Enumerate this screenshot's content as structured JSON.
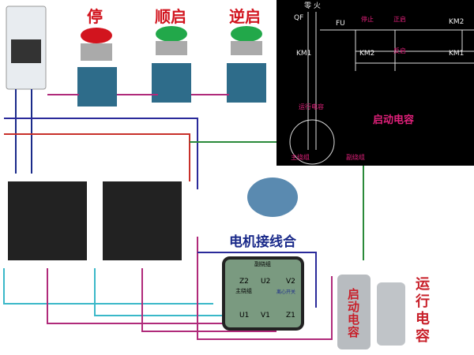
{
  "buttons": {
    "stop": "停",
    "forward": "顺启",
    "reverse": "逆启"
  },
  "schematic": {
    "neutral_live": "零 火",
    "qf": "QF",
    "fu": "FU",
    "stop": "停止",
    "fwd": "正启",
    "rev": "反启",
    "km1": "KM1",
    "km2": "KM2",
    "run_cap": "运行电容",
    "start_cap": "启动电容",
    "main_winding": "主绕组",
    "aux_winding": "副绕组"
  },
  "junction_box": {
    "title": "电机接线合",
    "terminals": [
      "Z2",
      "U2",
      "V2",
      "U1",
      "V1",
      "Z1"
    ],
    "aux_label": "副绕组",
    "main_label": "主绕组",
    "switch_label": "离心开关"
  },
  "capacitors": {
    "start": "启动电容",
    "run": "运行电容"
  },
  "colors": {
    "stop_button": "#d2141e",
    "start_button": "#22a84a",
    "schematic_bg": "#000000",
    "wire_label": "#e0207a"
  }
}
